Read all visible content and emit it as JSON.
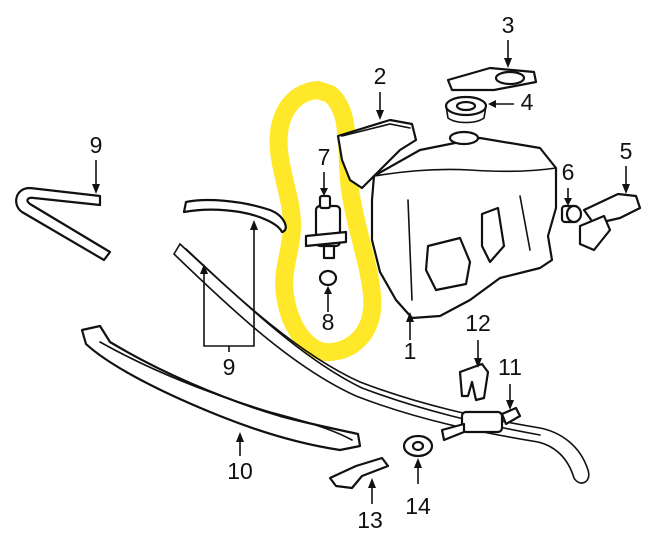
{
  "diagram": {
    "highlight_color": "#FFE82A",
    "line_color": "#111111",
    "background": "#ffffff",
    "callouts": [
      {
        "id": "c1",
        "label": "1"
      },
      {
        "id": "c2",
        "label": "2"
      },
      {
        "id": "c3",
        "label": "3"
      },
      {
        "id": "c4",
        "label": "4"
      },
      {
        "id": "c5",
        "label": "5"
      },
      {
        "id": "c6",
        "label": "6"
      },
      {
        "id": "c7",
        "label": "7"
      },
      {
        "id": "c8",
        "label": "8"
      },
      {
        "id": "c9a",
        "label": "9"
      },
      {
        "id": "c9b",
        "label": "9"
      },
      {
        "id": "c10",
        "label": "10"
      },
      {
        "id": "c11",
        "label": "11"
      },
      {
        "id": "c12",
        "label": "12"
      },
      {
        "id": "c13",
        "label": "13"
      },
      {
        "id": "c14",
        "label": "14"
      }
    ]
  }
}
